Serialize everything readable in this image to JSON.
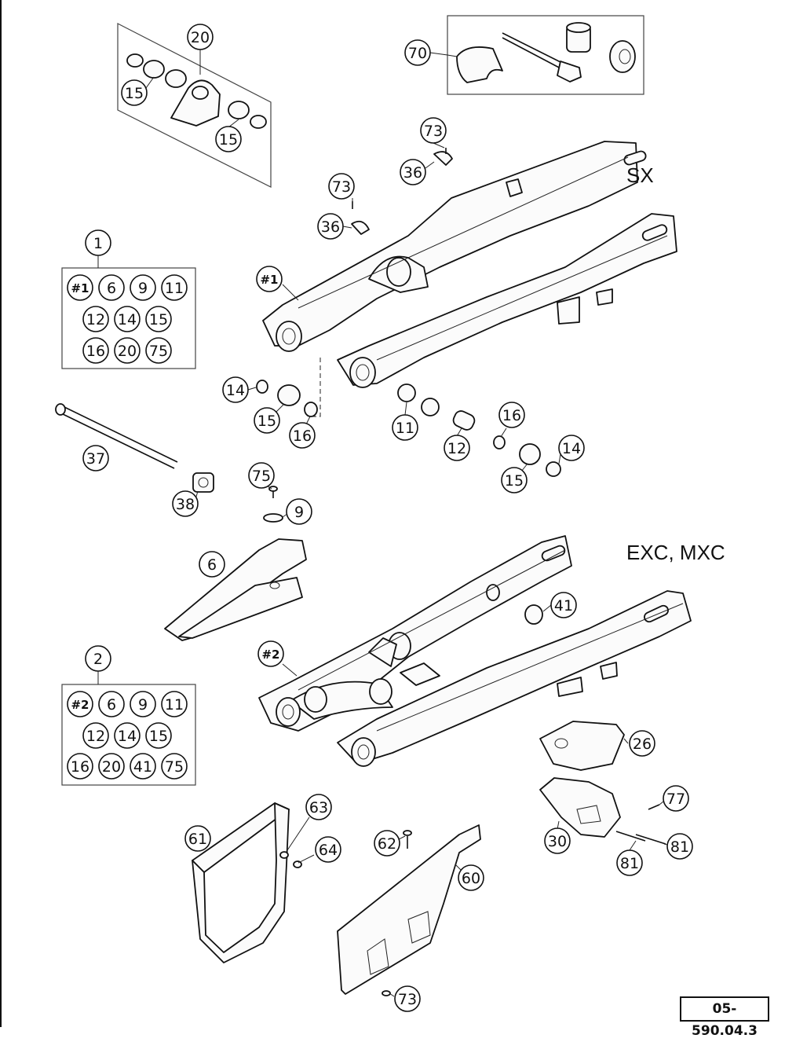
{
  "variants": {
    "top": "SX",
    "bottom": "EXC, MXC"
  },
  "diagram_code": "05-590.04.3",
  "kits": [
    {
      "id": "1",
      "items": [
        "#1",
        "6",
        "9",
        "11",
        "12",
        "14",
        "15",
        "16",
        "20",
        "75"
      ]
    },
    {
      "id": "2",
      "items": [
        "#2",
        "6",
        "9",
        "11",
        "12",
        "14",
        "15",
        "16",
        "20",
        "41",
        "75"
      ]
    }
  ],
  "callouts": [
    "20",
    "15",
    "15",
    "70",
    "73",
    "36",
    "73",
    "36",
    "#1",
    "14",
    "15",
    "16",
    "11",
    "16",
    "12",
    "14",
    "15",
    "37",
    "38",
    "75",
    "9",
    "6",
    "41",
    "#2",
    "26",
    "77",
    "30",
    "81",
    "81",
    "63",
    "64",
    "61",
    "62",
    "60",
    "73"
  ]
}
